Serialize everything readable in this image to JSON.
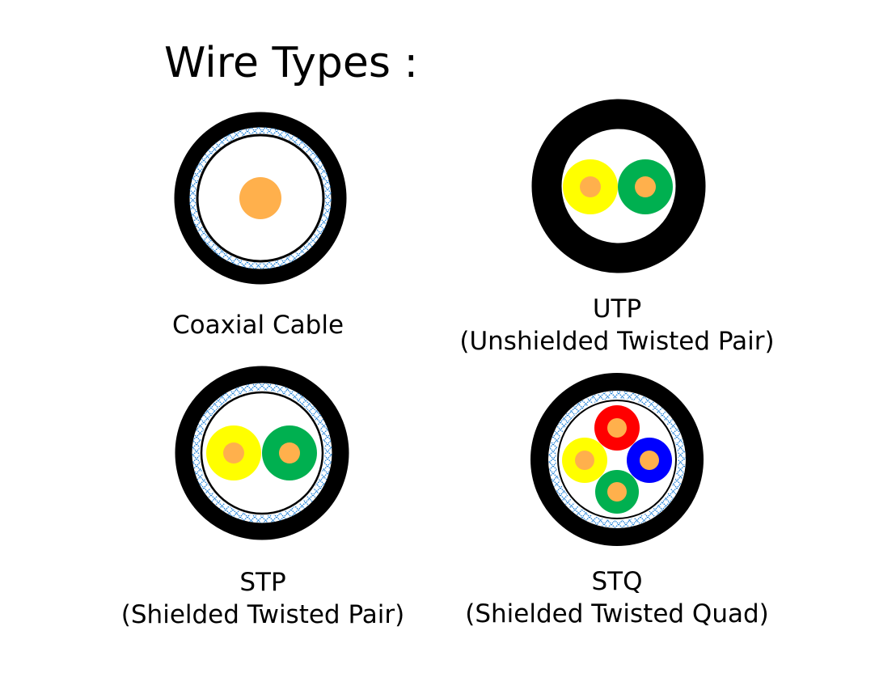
{
  "title": "Wire Types :",
  "cables": [
    {
      "name": "Coaxial Cable",
      "subtitle": ""
    },
    {
      "name": "UTP",
      "subtitle": "(Unshielded Twisted Pair)"
    },
    {
      "name": "STP",
      "subtitle": "(Shielded Twisted Pair)"
    },
    {
      "name": "STQ",
      "subtitle": "(Shielded Twisted Quad)"
    }
  ],
  "colors": {
    "jacket": "#000000",
    "braid": "#1E7FD6",
    "core": "#FFB04C",
    "yellow": "#FFFF00",
    "green": "#00B050",
    "red": "#FF0000",
    "blue": "#0000FF"
  }
}
